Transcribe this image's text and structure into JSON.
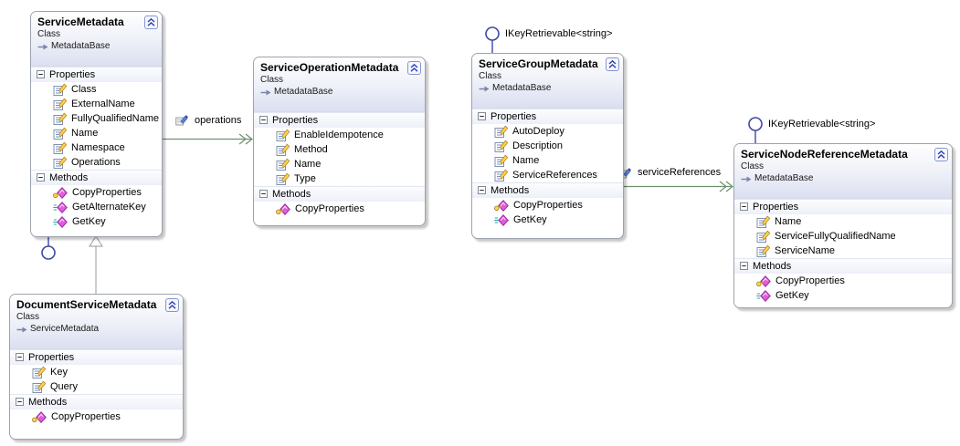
{
  "labels": {
    "kind": "Class",
    "properties": "Properties",
    "methods": "Methods"
  },
  "boxes": [
    {
      "title": "ServiceMetadata",
      "base": "MetadataBase",
      "properties": [
        "Class",
        "ExternalName",
        "FullyQualifiedName",
        "Name",
        "Namespace",
        "Operations"
      ],
      "methods": [
        "CopyProperties",
        "GetAlternateKey",
        "GetKey"
      ]
    },
    {
      "title": "ServiceOperationMetadata",
      "base": "MetadataBase",
      "properties": [
        "EnableIdempotence",
        "Method",
        "Name",
        "Type"
      ],
      "methods": [
        "CopyProperties"
      ]
    },
    {
      "title": "ServiceGroupMetadata",
      "base": "MetadataBase",
      "properties": [
        "AutoDeploy",
        "Description",
        "Name",
        "ServiceReferences"
      ],
      "methods": [
        "CopyProperties",
        "GetKey"
      ]
    },
    {
      "title": "ServiceNodeReferenceMetadata",
      "base": "MetadataBase",
      "properties": [
        "Name",
        "ServiceFullyQualifiedName",
        "ServiceName"
      ],
      "methods": [
        "CopyProperties",
        "GetKey"
      ]
    },
    {
      "title": "DocumentServiceMetadata",
      "base": "ServiceMetadata",
      "properties": [
        "Key",
        "Query"
      ],
      "methods": [
        "CopyProperties"
      ]
    }
  ],
  "connectors": {
    "operations_label": "operations",
    "service_references_label": "serviceReferences"
  },
  "interfaces": {
    "group_label": "IKeyRetrievable<string>",
    "node_label": "IKeyRetrievable<string>"
  },
  "colors": {
    "association_green": "#6f906f",
    "inheritance_grey": "#9a9a9a",
    "lollipop_blue": "#3e47a8",
    "method_diamond": "#e05ce0",
    "header_end": "#dbdff0"
  }
}
